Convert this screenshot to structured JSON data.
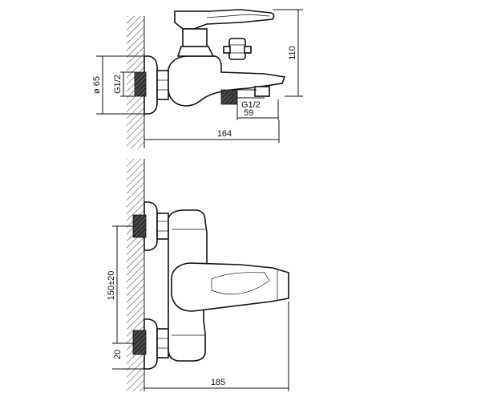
{
  "dimensions": {
    "side_view": {
      "diameter": "ø 65",
      "thread_wall": "G1/2",
      "height": "110",
      "thread_spout": "G1/2",
      "spout_distance": "59",
      "depth": "164"
    },
    "front_view": {
      "centers": "150±20",
      "offset": "20",
      "width": "185"
    }
  }
}
